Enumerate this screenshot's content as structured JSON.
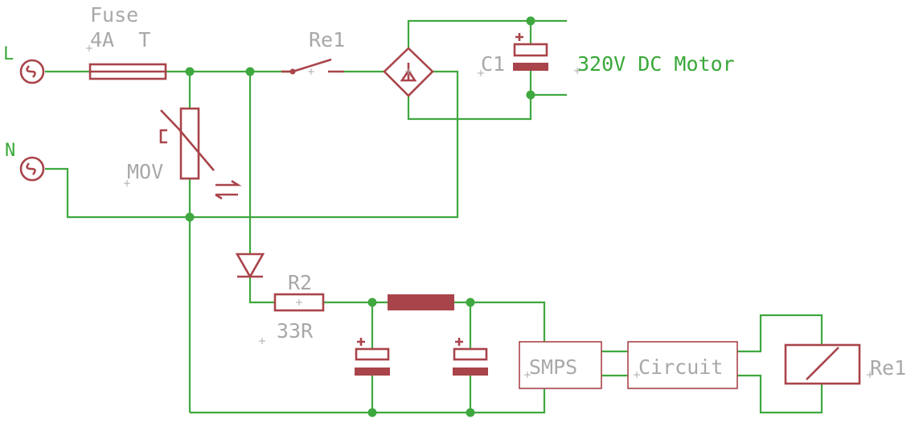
{
  "colors": {
    "wire": "#3fa83f",
    "component": "#a9444a",
    "label": "#a8a8a8",
    "net_label": "#39a839",
    "background": "#ffffff"
  },
  "labels": {
    "fuse_name": "Fuse",
    "fuse_value": "4A  T",
    "relay_contact": "Re1",
    "capacitor_c1": "C1",
    "motor": "320V DC Motor",
    "line_terminal": "L",
    "neutral_terminal": "N",
    "mov": "MOV",
    "resistor_name": "R2",
    "resistor_value": "33R",
    "smps": "SMPS",
    "circuit": "Circuit",
    "relay_coil": "Re1"
  },
  "icons": [
    "ac-source-terminal-icon",
    "fuse-icon",
    "varistor-icon",
    "relay-contact-icon",
    "bridge-rectifier-icon",
    "polarized-capacitor-icon",
    "diode-icon",
    "resistor-icon",
    "inductor-icon",
    "relay-coil-icon"
  ]
}
